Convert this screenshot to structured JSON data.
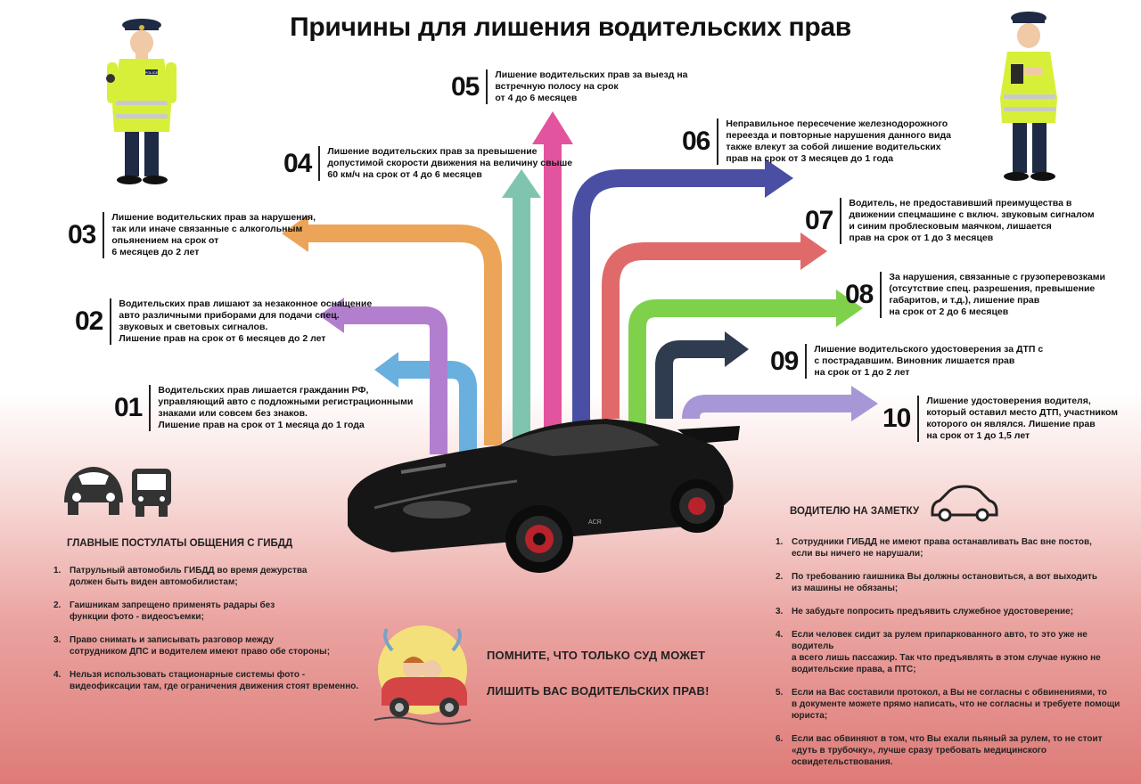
{
  "title": "Причины для лишения водительских прав",
  "reasons": [
    {
      "num": "01",
      "text": "Водительских прав лишается гражданин РФ,\nуправляющий авто с подложными регистрационными\nзнаками или совсем без знаков.\nЛишение прав на срок от 1 месяца до 1 года"
    },
    {
      "num": "02",
      "text": "Водительских прав лишают за незаконное оснащение\nавто различными приборами для подачи спец.\nзвуковых и световых сигналов.\nЛишение прав на срок от 6 месяцев до 2 лет"
    },
    {
      "num": "03",
      "text": "Лишение водительских прав за нарушения,\nтак или иначе связанные с алкогольным\nопьянением на срок от\n6 месяцев до 2 лет"
    },
    {
      "num": "04",
      "text": "Лишение водительских прав за превышение\nдопустимой скорости движения на величину свыше\n60 км/ч на срок от 4 до 6 месяцев"
    },
    {
      "num": "05",
      "text": "Лишение водительских прав за выезд на\nвстречную полосу на срок\nот 4 до 6 месяцев"
    },
    {
      "num": "06",
      "text": "Неправильное пересечение железнодорожного\nпереезда и повторные нарушения данного вида\nтакже влекут за собой лишение водительских\nправ на срок от 3 месяцев до 1 года"
    },
    {
      "num": "07",
      "text": "Водитель, не предоставивший преимущества в\nдвижении спецмашине с включ. звуковым сигналом\nи синим проблесковым маячком, лишается\nправ на срок от 1 до 3 месяцев"
    },
    {
      "num": "08",
      "text": "За нарушения, связанные с грузоперевозками\n(отсутствие спец. разрешения, превышение\nгабаритов, и т.д.), лишение прав\nна срок от 2 до 6 месяцев"
    },
    {
      "num": "09",
      "text": "Лишение водительского удостоверения за ДТП с\nс пострадавшим. Виновник лишается прав\nна срок от 1 до 2 лет"
    },
    {
      "num": "10",
      "text": "Лишение удостоверения водителя,\nкоторый оставил место ДТП, участником\nкоторого он являлся. Лишение прав\nна срок от 1 до 1,5 лет"
    }
  ],
  "arrow_colors": [
    "#6ab0df",
    "#b27fce",
    "#eba458",
    "#7fc4ae",
    "#e2549e",
    "#4a4fa3",
    "#e06a6a",
    "#7fd04b",
    "#2f3b4e",
    "#a797d6"
  ],
  "left_section": {
    "title": "ГЛАВНЫЕ ПОСТУЛАТЫ ОБЩЕНИЯ С ГИБДД",
    "items": [
      {
        "n": "1.",
        "text": "Патрульный автомобиль ГИБДД во время дежурства\nдолжен быть виден автомобилистам;"
      },
      {
        "n": "2.",
        "text": "Гаишникам запрещено применять радары без\nфункции фото - видеосъемки;"
      },
      {
        "n": "3.",
        "text": "Право снимать и записывать разговор между\nсотрудником ДПС и водителем имеют право обе стороны;"
      },
      {
        "n": "4.",
        "text": "Нельзя использовать стационарные системы фото  -\nвидеофиксации там, где ограничения движения стоят временно."
      }
    ]
  },
  "right_section": {
    "title": "ВОДИТЕЛЮ НА ЗАМЕТКУ",
    "items": [
      {
        "n": "1.",
        "text": "Сотрудники ГИБДД не имеют права останавливать Вас вне постов,\nесли вы ничего не нарушали;"
      },
      {
        "n": "2.",
        "text": "По требованию гаишника Вы должны остановиться, а вот выходить\nиз машины не обязаны;"
      },
      {
        "n": "3.",
        "text": "Не забудьте попросить предъявить служебное удостоверение;"
      },
      {
        "n": "4.",
        "text": "Если человек сидит за рулем припаркованного авто, то это уже не водитель\nа всего лишь пассажир. Так что предъявлять в этом случае нужно не\nводительские права, а ПТС;"
      },
      {
        "n": "5.",
        "text": "Если на Вас составили протокол, а Вы не согласны с обвинениями, то\nв документе можете прямо написать, что не согласны и требуете помощи\nюриста;"
      },
      {
        "n": "6.",
        "text": "Если вас обвиняют в том, что Вы ехали пьяный за рулем, то не стоит\n«дуть в трубочку», лучше сразу требовать медицинского освидетельствования."
      }
    ]
  },
  "remember": {
    "line1": "ПОМНИТЕ, ЧТО ТОЛЬКО СУД МОЖЕТ",
    "line2": "ЛИШИТЬ ВАС ВОДИТЕЛЬСКИХ ПРАВ!"
  },
  "police_badge": "POLICE",
  "car_badge": "ACR"
}
